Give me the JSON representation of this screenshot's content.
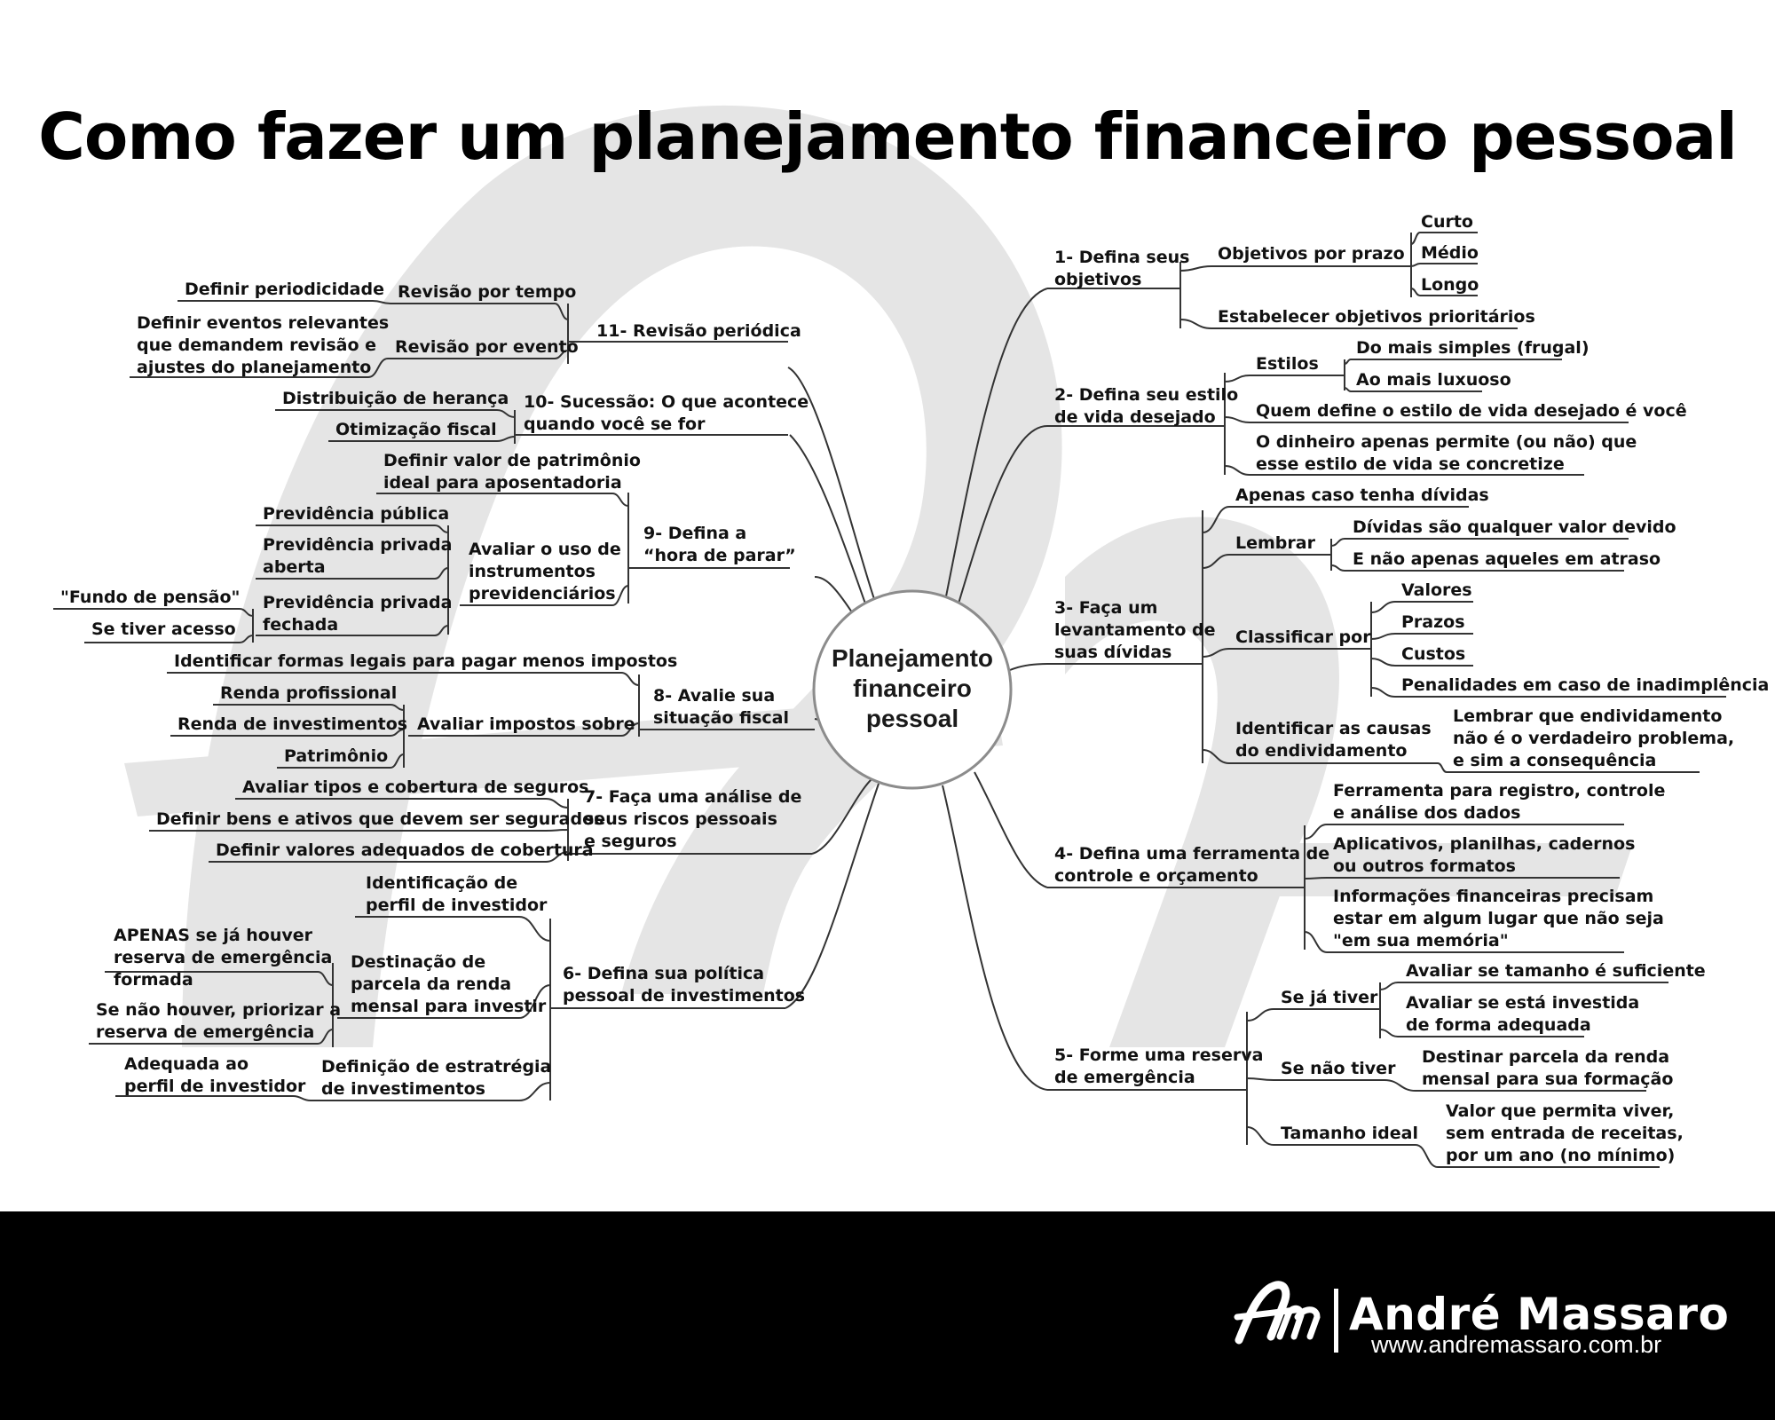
{
  "title": "Como fazer um planejamento financeiro pessoal",
  "colors": {
    "line": "#333333",
    "center_fill": "#ffffff",
    "center_stroke": "#8c8c8c",
    "watermark": "#e5e5e5",
    "footer_bg": "#000000",
    "footer_text": "#ffffff"
  },
  "center": {
    "label": "Planejamento\nfinanceiro\npessoal"
  },
  "branches": [
    {
      "label": "1- Defina seus\nobjetivos",
      "children": [
        {
          "label": "Objetivos por prazo",
          "children": [
            {
              "label": "Curto"
            },
            {
              "label": "Médio"
            },
            {
              "label": "Longo"
            }
          ]
        },
        {
          "label": "Estabelecer objetivos prioritários"
        }
      ]
    },
    {
      "label": "2- Defina seu estilo\nde vida desejado",
      "children": [
        {
          "label": "Estilos",
          "children": [
            {
              "label": "Do mais simples (frugal)"
            },
            {
              "label": "Ao mais luxuoso"
            }
          ]
        },
        {
          "label": "Quem define o estilo de vida desejado é você"
        },
        {
          "label": "O dinheiro apenas permite (ou não) que\nesse estilo de vida se concretize"
        }
      ]
    },
    {
      "label": "3- Faça um\nlevantamento de\nsuas dívidas",
      "children": [
        {
          "label": "Apenas caso tenha dívidas"
        },
        {
          "label": "Lembrar",
          "children": [
            {
              "label": "Dívidas são qualquer valor devido"
            },
            {
              "label": "E não apenas aqueles em atraso"
            }
          ]
        },
        {
          "label": "Classificar por",
          "children": [
            {
              "label": "Valores"
            },
            {
              "label": "Prazos"
            },
            {
              "label": "Custos"
            },
            {
              "label": "Penalidades em caso de inadimplência"
            }
          ]
        },
        {
          "label": "Identificar as causas\ndo endividamento",
          "children": [
            {
              "label": "Lembrar que endividamento\nnão é o verdadeiro problema,\ne sim a consequência"
            }
          ]
        }
      ]
    },
    {
      "label": "4- Defina uma ferramenta de\ncontrole e orçamento",
      "children": [
        {
          "label": "Ferramenta para registro, controle\ne análise dos dados"
        },
        {
          "label": "Aplicativos, planilhas, cadernos\nou outros formatos"
        },
        {
          "label": "Informações financeiras precisam\nestar em algum lugar que não seja\n\"em sua memória\""
        }
      ]
    },
    {
      "label": "5- Forme uma reserva\nde emergência",
      "children": [
        {
          "label": "Se já tiver",
          "children": [
            {
              "label": "Avaliar se tamanho é suficiente"
            },
            {
              "label": "Avaliar se está investida\nde forma adequada"
            }
          ]
        },
        {
          "label": "Se não tiver",
          "children": [
            {
              "label": "Destinar parcela da renda\nmensal para sua formação"
            }
          ]
        },
        {
          "label": "Tamanho ideal",
          "children": [
            {
              "label": "Valor que permita viver,\nsem entrada de receitas,\npor um ano (no mínimo)"
            }
          ]
        }
      ]
    },
    {
      "label": "6- Defina sua política\npessoal de investimentos",
      "children": [
        {
          "label": "Identificação de\nperfil de investidor"
        },
        {
          "label": "Destinação de\nparcela da renda\nmensal para investir",
          "children": [
            {
              "label": "APENAS se já houver\nreserva de emergência\nformada"
            },
            {
              "label": "Se não houver, priorizar a\nreserva de emergência"
            }
          ]
        },
        {
          "label": "Definição de estratrégia\nde investimentos",
          "children": [
            {
              "label": "Adequada ao\nperfil de investidor"
            }
          ]
        }
      ]
    },
    {
      "label": "7- Faça uma análise de\nseus riscos pessoais\ne seguros",
      "children": [
        {
          "label": "Avaliar tipos e cobertura de seguros"
        },
        {
          "label": "Definir bens e ativos que devem ser segurados"
        },
        {
          "label": "Definir valores adequados de cobertura"
        }
      ]
    },
    {
      "label": "8- Avalie sua\nsituação fiscal",
      "children": [
        {
          "label": "Identificar formas legais para pagar menos impostos"
        },
        {
          "label": "Avaliar impostos sobre",
          "children": [
            {
              "label": "Renda profissional"
            },
            {
              "label": "Renda de investimentos"
            },
            {
              "label": "Patrimônio"
            }
          ]
        }
      ]
    },
    {
      "label": "9- Defina a\n“hora de parar”",
      "children": [
        {
          "label": "Definir valor de patrimônio\nideal para aposentadoria"
        },
        {
          "label": "Avaliar o uso de\ninstrumentos\nprevidenciários",
          "children": [
            {
              "label": "Previdência pública"
            },
            {
              "label": "Previdência privada\naberta"
            },
            {
              "label": "Previdência privada\nfechada",
              "children": [
                {
                  "label": "\"Fundo de pensão\""
                },
                {
                  "label": "Se tiver acesso"
                }
              ]
            }
          ]
        }
      ]
    },
    {
      "label": "10- Sucessão: O que acontece\nquando você se for",
      "children": [
        {
          "label": "Distribuição de herança"
        },
        {
          "label": "Otimização fiscal"
        }
      ]
    },
    {
      "label": "11- Revisão periódica",
      "children": [
        {
          "label": "Revisão por tempo",
          "children": [
            {
              "label": "Definir periodicidade"
            }
          ]
        },
        {
          "label": "Revisão por evento",
          "children": [
            {
              "label": "Definir eventos relevantes\nque demandem revisão e\najustes do planejamento"
            }
          ]
        }
      ]
    }
  ],
  "brand": {
    "logo_mark": "Am",
    "name": "André Massaro",
    "site": "www.andremassaro.com.br"
  }
}
